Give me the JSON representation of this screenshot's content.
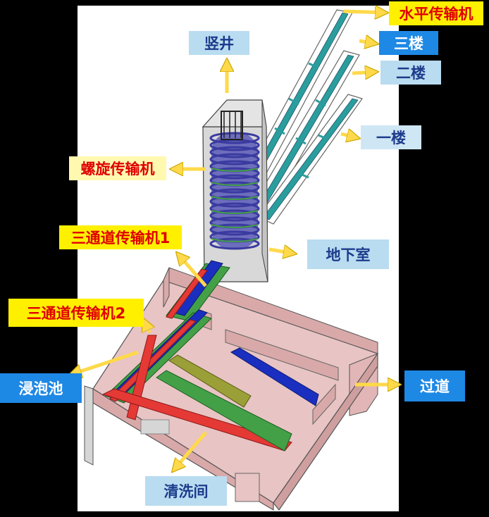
{
  "labels": {
    "shuiping": "水平传输机",
    "sanlou": "三楼",
    "erlou": "二楼",
    "yilou": "一楼",
    "shujing": "竖井",
    "luoxuan": "螺旋传输机",
    "santongdao1": "三通道传输机1",
    "santongdao2": "三通道传输机2",
    "dixiashi": "地下室",
    "guodao": "过道",
    "jinpaochi": "浸泡池",
    "qingxijian": "清洗间"
  },
  "colors": {
    "background": "#000000",
    "canvas": "#ffffff",
    "room_floor": "#e8c4c4",
    "room_wall": "#d9a9a9",
    "shaft": "#d8d8d8",
    "spiral": "#4a4aa8",
    "arrow": "#ffd94a",
    "conveyor_red": "#e53935",
    "conveyor_green": "#43a047",
    "conveyor_blue": "#1a2fc0",
    "horizontal_conveyor": "#2a9d9d"
  },
  "icons": [
    "arrow-icon"
  ]
}
